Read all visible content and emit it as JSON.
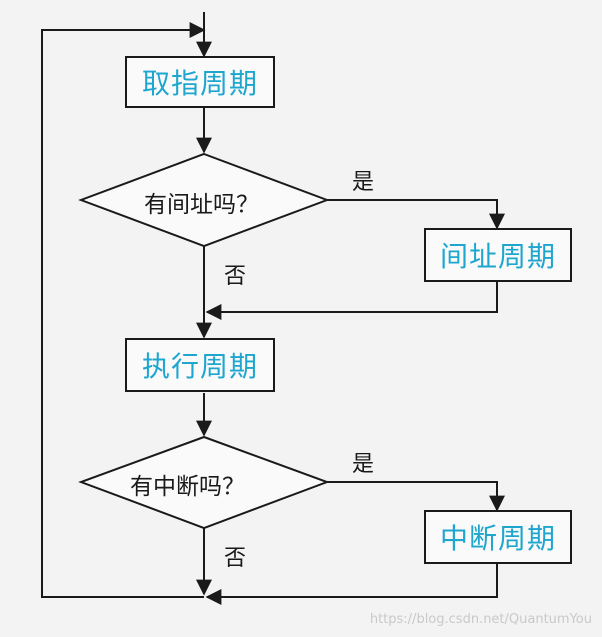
{
  "flowchart": {
    "steps": {
      "fetch": "取指周期",
      "indirect": "间址周期",
      "execute": "执行周期",
      "interrupt": "中断周期"
    },
    "decisions": {
      "indirect": "有间址吗？",
      "interrupt": "有中断吗？"
    },
    "branches": {
      "yes": "是",
      "no": "否"
    }
  },
  "watermark": "https://blog.csdn.net/QuantumYou"
}
